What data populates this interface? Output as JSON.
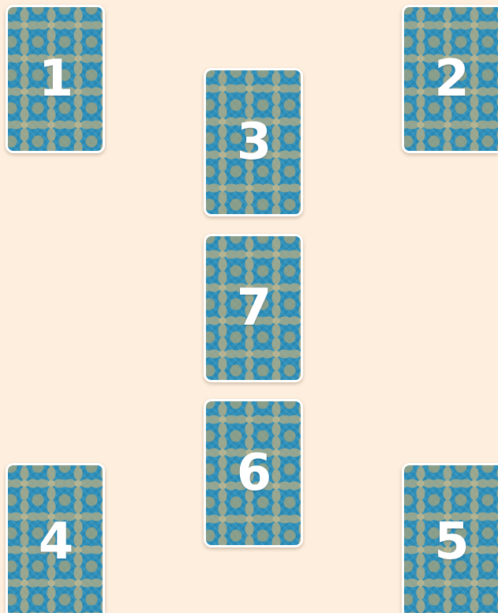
{
  "spread": {
    "cards": [
      {
        "id": "card-1",
        "number": "1"
      },
      {
        "id": "card-2",
        "number": "2"
      },
      {
        "id": "card-3",
        "number": "3"
      },
      {
        "id": "card-7",
        "number": "7"
      },
      {
        "id": "card-6",
        "number": "6"
      },
      {
        "id": "card-4",
        "number": "4"
      },
      {
        "id": "card-5",
        "number": "5"
      }
    ]
  },
  "colors": {
    "background": "#fdeedd",
    "card_back": "#2d8fba",
    "card_ornament": "#c8b98c",
    "card_border": "#ffffff",
    "number": "#ffffff"
  },
  "icons": {
    "card_back_pattern": "damask-pattern"
  }
}
